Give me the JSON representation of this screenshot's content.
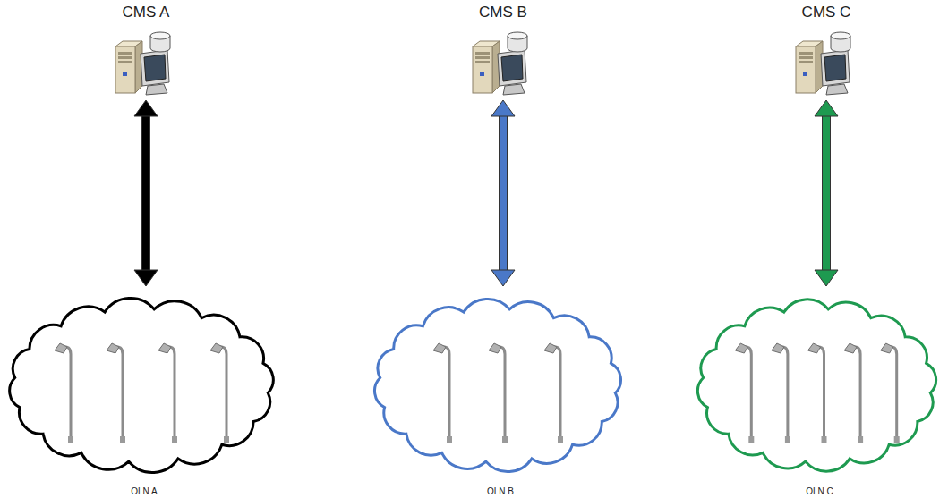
{
  "diagram": {
    "nodes": [
      {
        "text": [
          "CMS A"
        ]
      },
      {
        "text": [
          "CMS B"
        ]
      },
      {
        "text": [
          "CMS C"
        ]
      },
      {
        "text": [
          "OLN A"
        ]
      },
      {
        "text": [
          "OLN B"
        ]
      },
      {
        "text": [
          "OLN C"
        ]
      }
    ],
    "edges": [
      {
        "from": 0,
        "to": 3,
        "arrow": "both"
      },
      {
        "from": 1,
        "to": 4,
        "arrow": "both"
      },
      {
        "from": 2,
        "to": 5,
        "arrow": "both"
      }
    ]
  }
}
